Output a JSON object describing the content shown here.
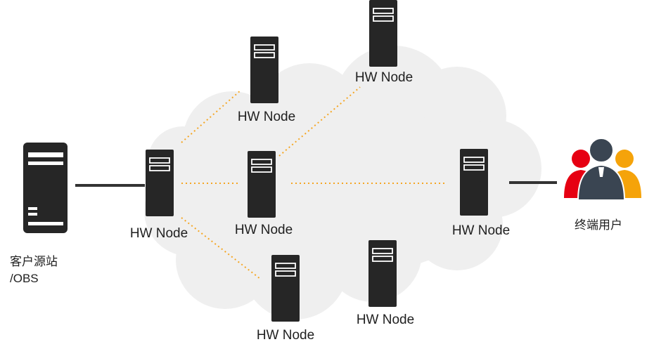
{
  "nodes": [
    {
      "id": "n1",
      "label": "HW Node"
    },
    {
      "id": "n2",
      "label": "HW Node"
    },
    {
      "id": "n3",
      "label": "HW Node"
    },
    {
      "id": "n4",
      "label": "HW Node"
    },
    {
      "id": "n5",
      "label": "HW Node"
    },
    {
      "id": "n6",
      "label": "HW Node"
    },
    {
      "id": "n7",
      "label": "HW Node"
    }
  ],
  "origin": {
    "line1": "客户源站",
    "line2": "/OBS"
  },
  "endpoint": {
    "label": "终端用户"
  },
  "colors": {
    "server": "#262626",
    "cloud": "#efefef",
    "dotted_link": "#f5a623",
    "solid_link": "#333333",
    "user_left": "#e60012",
    "user_center": "#3a4552",
    "user_right": "#f5a30a"
  }
}
